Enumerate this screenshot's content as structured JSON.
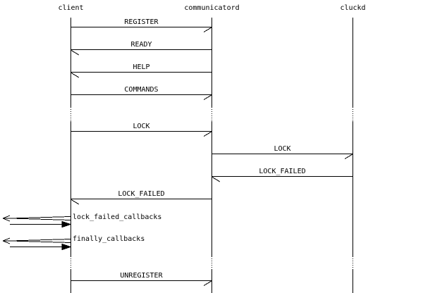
{
  "page": {
    "background_color": "#ffffff",
    "line_color": "#000000",
    "text_color": "#000000"
  },
  "diagram": {
    "type": "sequence-diagram",
    "entities": [
      {
        "name": "client"
      },
      {
        "name": "communicatord"
      },
      {
        "name": "cluckd"
      }
    ],
    "messages": [
      {
        "label": "REGISTER",
        "from": "client",
        "to": "communicatord",
        "direction": "right"
      },
      {
        "label": "READY",
        "from": "communicatord",
        "to": "client",
        "direction": "left"
      },
      {
        "label": "HELP",
        "from": "communicatord",
        "to": "client",
        "direction": "left"
      },
      {
        "label": "COMMANDS",
        "from": "client",
        "to": "communicatord",
        "direction": "right"
      },
      {
        "label": "LOCK",
        "from": "client",
        "to": "communicatord",
        "direction": "right"
      },
      {
        "label": "LOCK",
        "from": "communicatord",
        "to": "cluckd",
        "direction": "right"
      },
      {
        "label": "LOCK_FAILED",
        "from": "cluckd",
        "to": "communicatord",
        "direction": "left"
      },
      {
        "label": "LOCK_FAILED",
        "from": "communicatord",
        "to": "client",
        "direction": "left"
      },
      {
        "label": "lock_failed_callbacks",
        "from": "client",
        "to": "client",
        "direction": "self-left"
      },
      {
        "label": "finally_callbacks",
        "from": "client",
        "to": "client",
        "direction": "self-left"
      },
      {
        "label": "UNREGISTER",
        "from": "client",
        "to": "communicatord",
        "direction": "right"
      }
    ]
  }
}
